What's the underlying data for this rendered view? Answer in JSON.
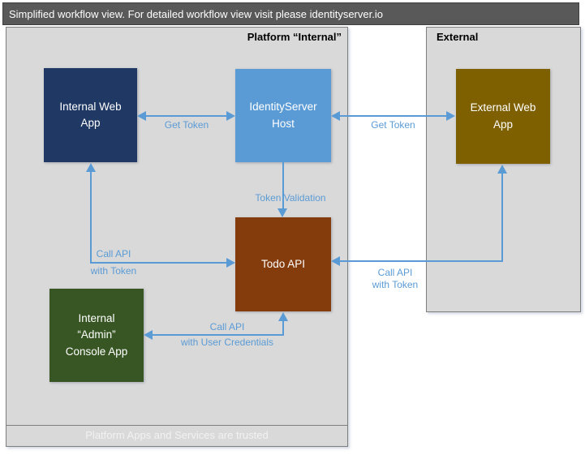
{
  "banner": {
    "text": "Simplified workflow view. For detailed workflow view visit please identityserver.io"
  },
  "platform": {
    "title": "Platform “Internal”",
    "footer": "Platform Apps and Services are trusted"
  },
  "external": {
    "title": "External"
  },
  "nodes": {
    "internal_web_app": {
      "lines": [
        "Internal Web",
        "App"
      ]
    },
    "identityserver_host": {
      "lines": [
        "IdentityServer",
        "Host"
      ]
    },
    "todo_api": {
      "lines": [
        "Todo API"
      ]
    },
    "console_app": {
      "lines": [
        "Internal",
        "“Admin”",
        "Console App"
      ]
    },
    "external_web_app": {
      "lines": [
        "External Web",
        "App"
      ]
    }
  },
  "connectors": {
    "get_token_left": {
      "label": "Get Token"
    },
    "get_token_right": {
      "label": "Get Token"
    },
    "token_validation": {
      "label": "Token Validation"
    },
    "call_api_token_left": {
      "label_line1": "Call API",
      "label_line2": "with Token"
    },
    "call_api_token_right": {
      "label_line1": "Call API",
      "label_line2": "with Token"
    },
    "call_api_credentials": {
      "label_line1": "Call API",
      "label_line2": "with User Credentials"
    }
  },
  "colors": {
    "banner_bg": "#595959",
    "banner_text": "#FFFFFF",
    "container_bg": "#D9D9D9",
    "container_border": "#7F7F7F",
    "title_text": "#000000",
    "footer_text": "#F2F2F2",
    "node_text": "#FFFFFF",
    "arrow": "#5B9BD5",
    "label_text": "#5B9BD5",
    "node_internal_web_app": "#1F3864",
    "node_identityserver_host": "#5B9BD5",
    "node_todo_api": "#843C0C",
    "node_console_app": "#375623",
    "node_external_web_app": "#7F6000"
  }
}
